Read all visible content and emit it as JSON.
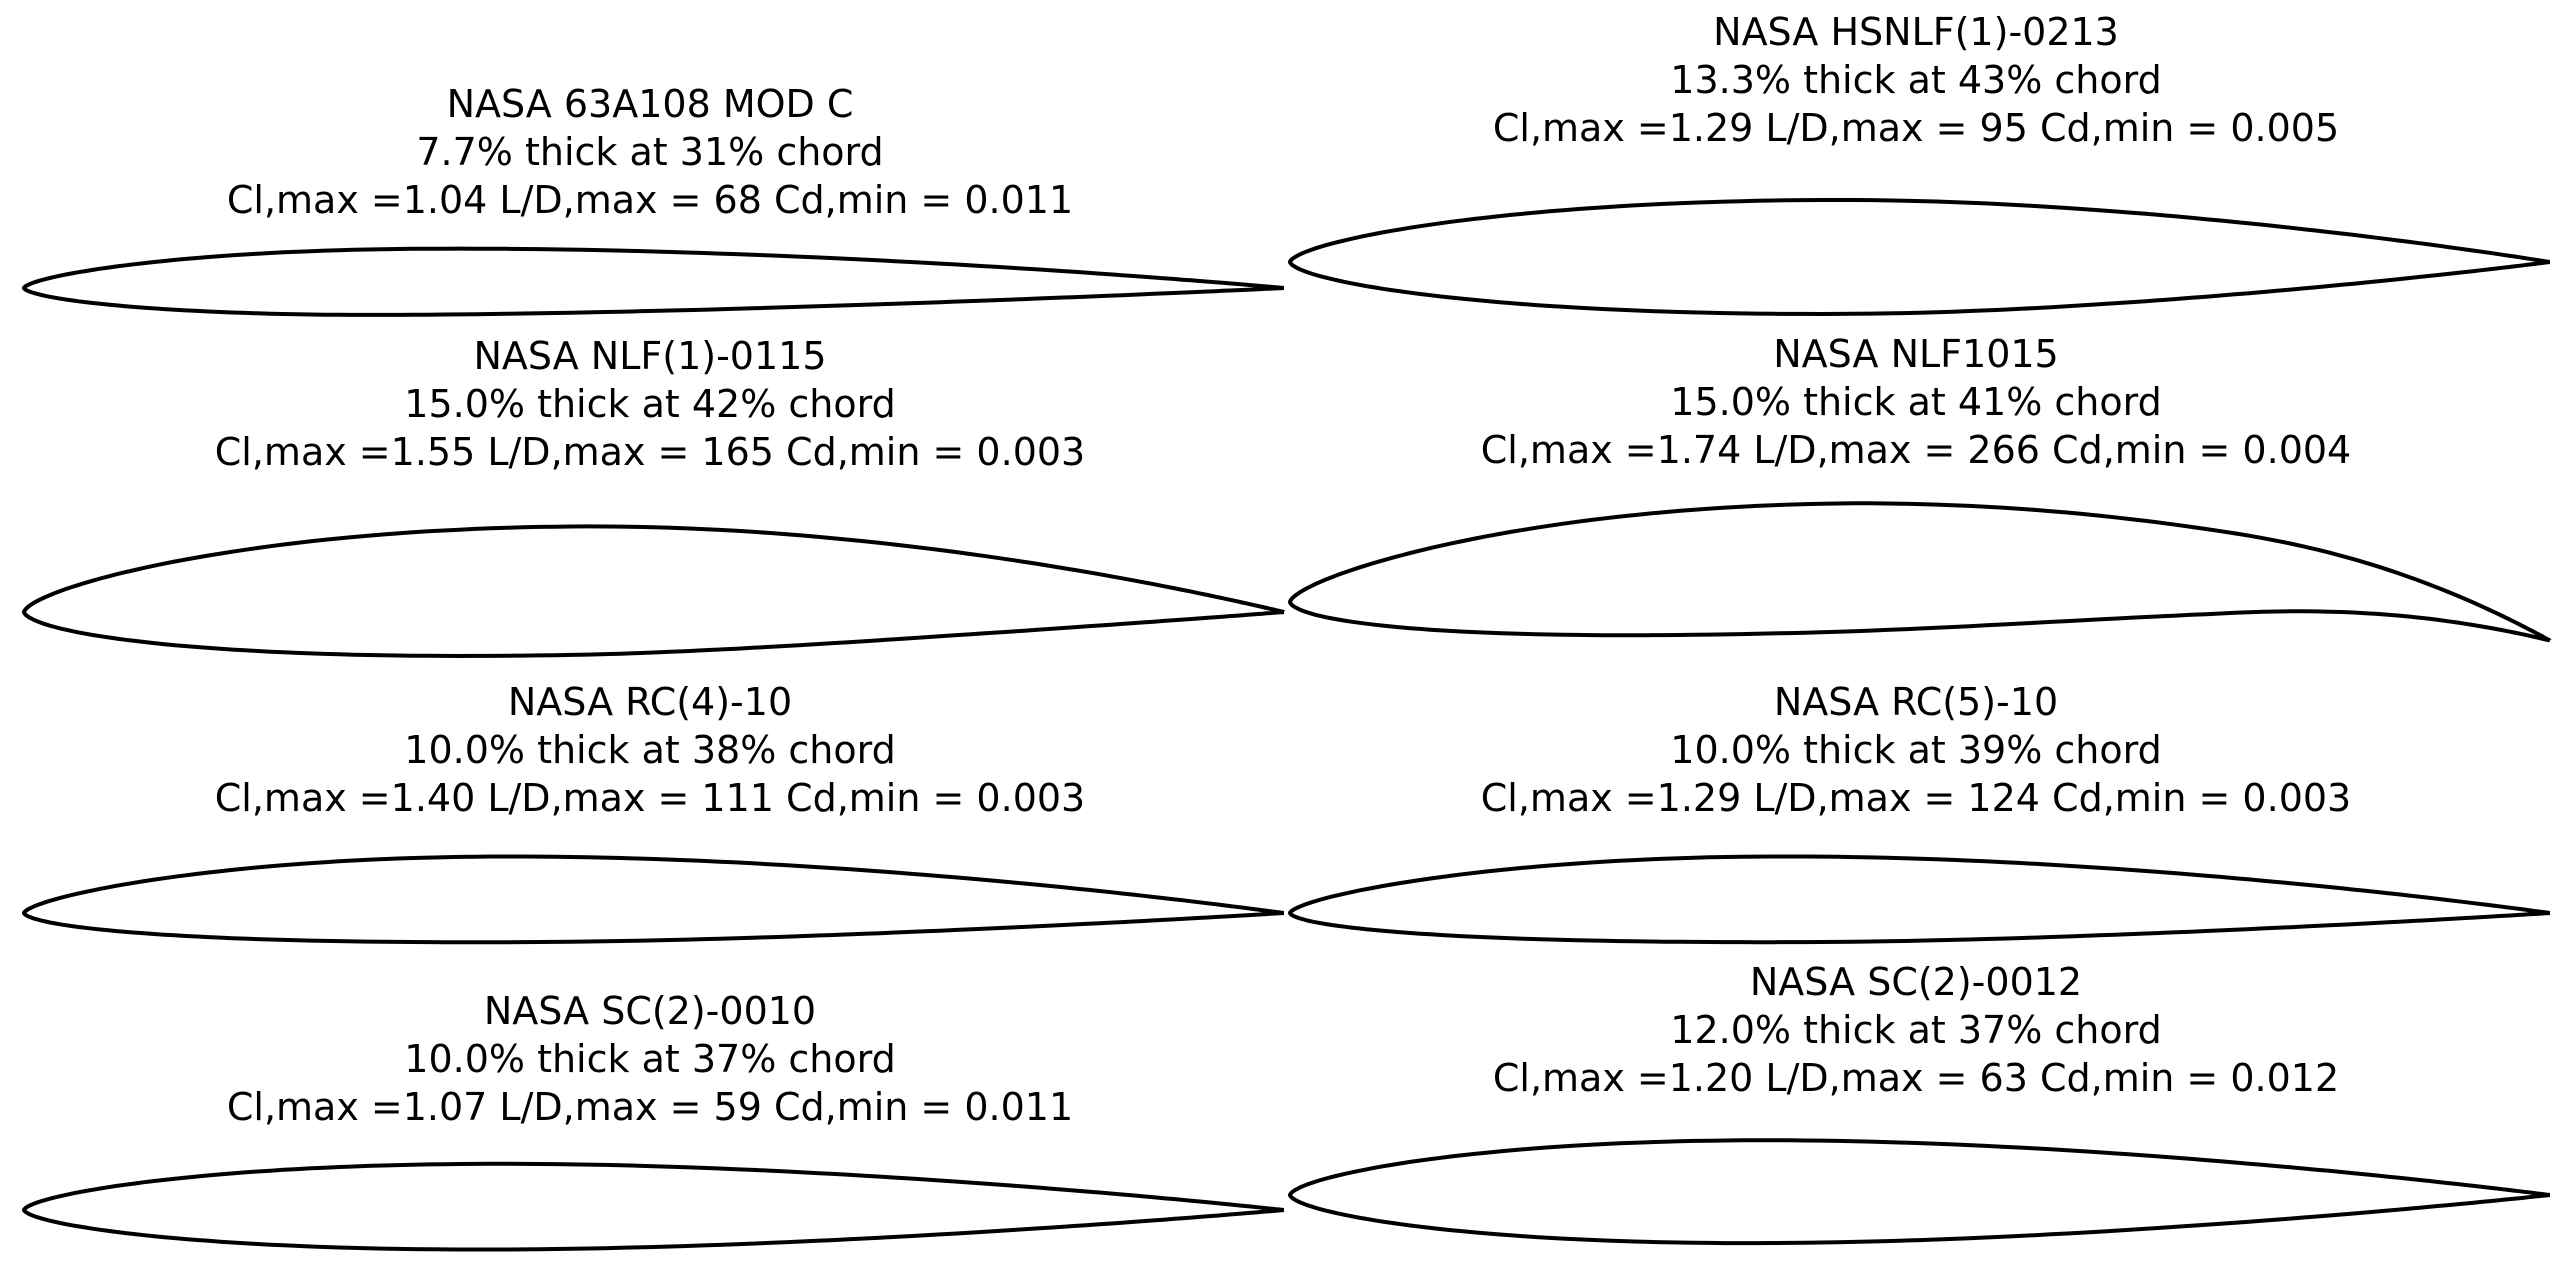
{
  "figure": {
    "background": "#ffffff",
    "line_color": "#000000",
    "airfoils": [
      {
        "name": "NASA 63A108 MOD C",
        "thickness_text": "7.7% thick at 31% chord",
        "performance_text": "Cl,max =1.04 L/D,max = 68 Cd,min = 0.011",
        "thickness_pct": 7.7,
        "max_thickness_at_pct": 31,
        "cl_max": 1.04,
        "ld_max": 68,
        "cd_min": 0.011,
        "camber_pct": 0.8,
        "max_camber_at": 0.45,
        "te_camber_boost": 0,
        "te_dip": 0
      },
      {
        "name": "NASA HSNLF(1)-0213",
        "thickness_text": "13.3% thick at 43% chord",
        "performance_text": "Cl,max =1.29 L/D,max = 95 Cd,min = 0.005",
        "thickness_pct": 13.3,
        "max_thickness_at_pct": 43,
        "cl_max": 1.29,
        "ld_max": 95,
        "cd_min": 0.005,
        "camber_pct": 0.6,
        "max_camber_at": 0.5,
        "te_camber_boost": 0,
        "te_dip": 0
      },
      {
        "name": "NASA NLF(1)-0115",
        "thickness_text": "15.0% thick at 42% chord",
        "performance_text": "Cl,max =1.55 L/D,max = 165 Cd,min = 0.003",
        "thickness_pct": 15.0,
        "max_thickness_at_pct": 42,
        "cl_max": 1.55,
        "ld_max": 165,
        "cd_min": 0.003,
        "camber_pct": 2.6,
        "max_camber_at": 0.55,
        "te_camber_boost": 0,
        "te_dip": 0
      },
      {
        "name": "NASA NLF1015",
        "thickness_text": "15.0% thick at 41% chord",
        "performance_text": "Cl,max =1.74 L/D,max = 266 Cd,min = 0.004",
        "thickness_pct": 15.0,
        "max_thickness_at_pct": 41,
        "cl_max": 1.74,
        "ld_max": 266,
        "cd_min": 0.004,
        "camber_pct": 4.2,
        "max_camber_at": 0.55,
        "te_camber_boost": 0,
        "te_dip": 0.045
      },
      {
        "name": "NASA RC(4)-10",
        "thickness_text": "10.0% thick at 38% chord",
        "performance_text": "Cl,max =1.40 L/D,max = 111 Cd,min = 0.003",
        "thickness_pct": 10.0,
        "max_thickness_at_pct": 38,
        "cl_max": 1.4,
        "ld_max": 111,
        "cd_min": 0.003,
        "camber_pct": 1.6,
        "max_camber_at": 0.4,
        "te_camber_boost": 0,
        "te_dip": 0
      },
      {
        "name": "NASA RC(5)-10",
        "thickness_text": "10.0% thick at 39% chord",
        "performance_text": "Cl,max =1.29 L/D,max = 124 Cd,min = 0.003",
        "thickness_pct": 10.0,
        "max_thickness_at_pct": 39,
        "cl_max": 1.29,
        "ld_max": 124,
        "cd_min": 0.003,
        "camber_pct": 1.6,
        "max_camber_at": 0.4,
        "te_camber_boost": 0,
        "te_dip": 0
      },
      {
        "name": "NASA SC(2)-0010",
        "thickness_text": "10.0% thick at 37% chord",
        "performance_text": "Cl,max =1.07 L/D,max = 59 Cd,min = 0.011",
        "thickness_pct": 10.0,
        "max_thickness_at_pct": 37,
        "cl_max": 1.07,
        "ld_max": 59,
        "cd_min": 0.011,
        "camber_pct": 0.4,
        "max_camber_at": 0.45,
        "te_camber_boost": 0,
        "te_dip": 0
      },
      {
        "name": "NASA SC(2)-0012",
        "thickness_text": "12.0% thick at 37% chord",
        "performance_text": "Cl,max =1.20 L/D,max = 63 Cd,min = 0.012",
        "thickness_pct": 12.0,
        "max_thickness_at_pct": 37,
        "cl_max": 1.2,
        "ld_max": 63,
        "cd_min": 0.012,
        "camber_pct": 0.4,
        "max_camber_at": 0.45,
        "te_camber_boost": 0,
        "te_dip": 0
      }
    ]
  }
}
